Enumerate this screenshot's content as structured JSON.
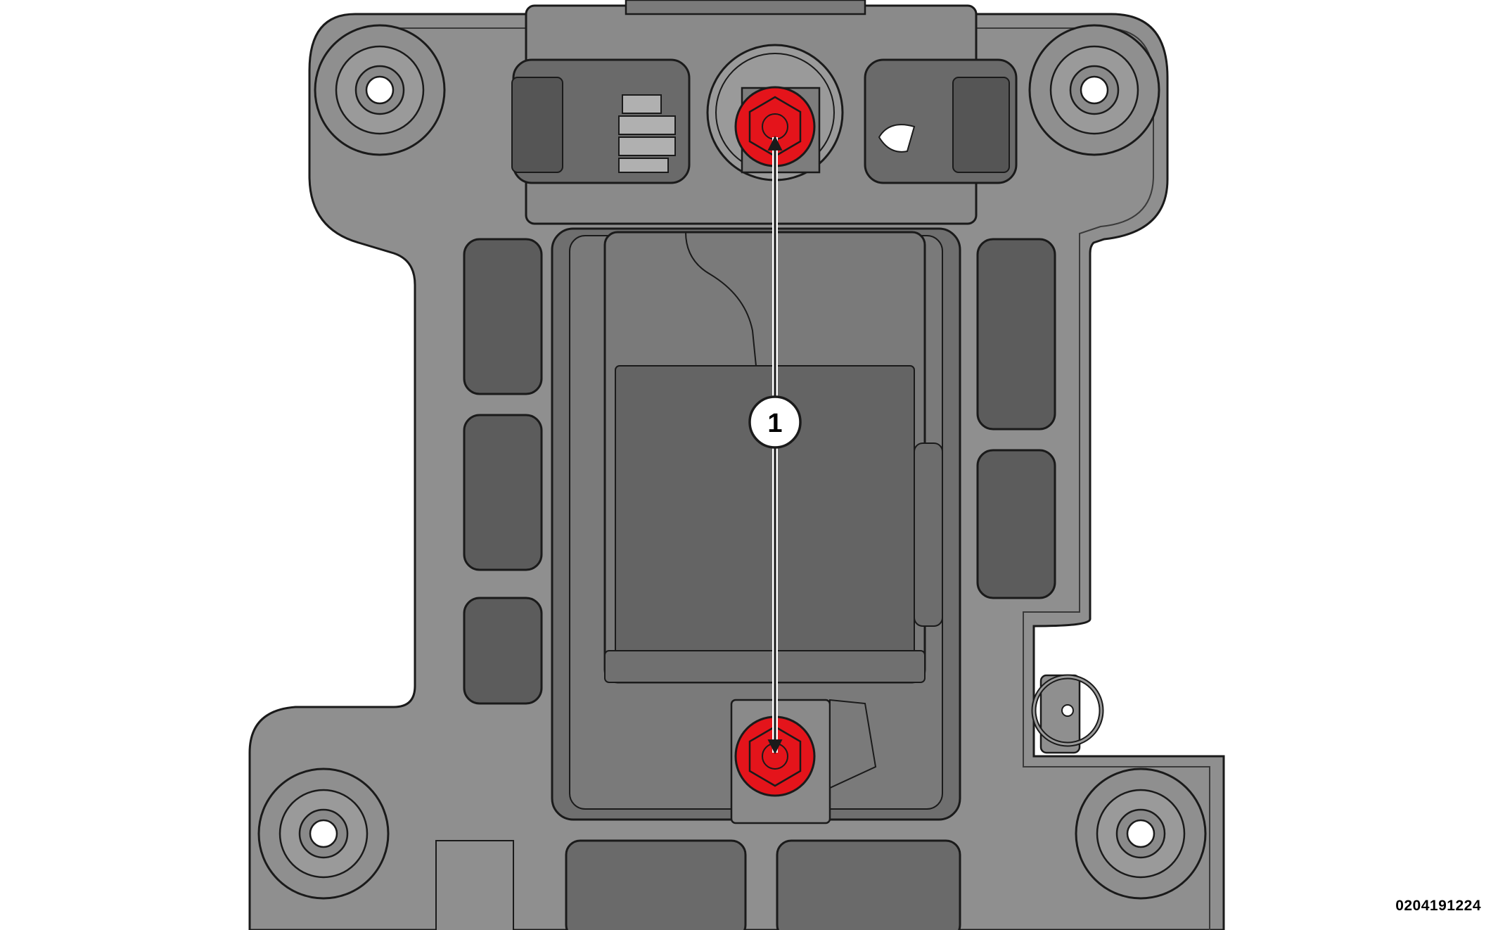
{
  "diagram": {
    "callout_label": "1",
    "reference_code": "0204191224",
    "highlighted_parts": [
      "upper-mounting-bolt",
      "lower-mounting-bolt"
    ],
    "colors": {
      "housing": "#8f8f8f",
      "housing_dark": "#6f6f6f",
      "recess": "#5c5c5c",
      "module": "#666666",
      "module_light": "#7a7a7a",
      "outline": "#1a1a1a",
      "bolt": "#e4141b",
      "background": "#ffffff"
    }
  }
}
